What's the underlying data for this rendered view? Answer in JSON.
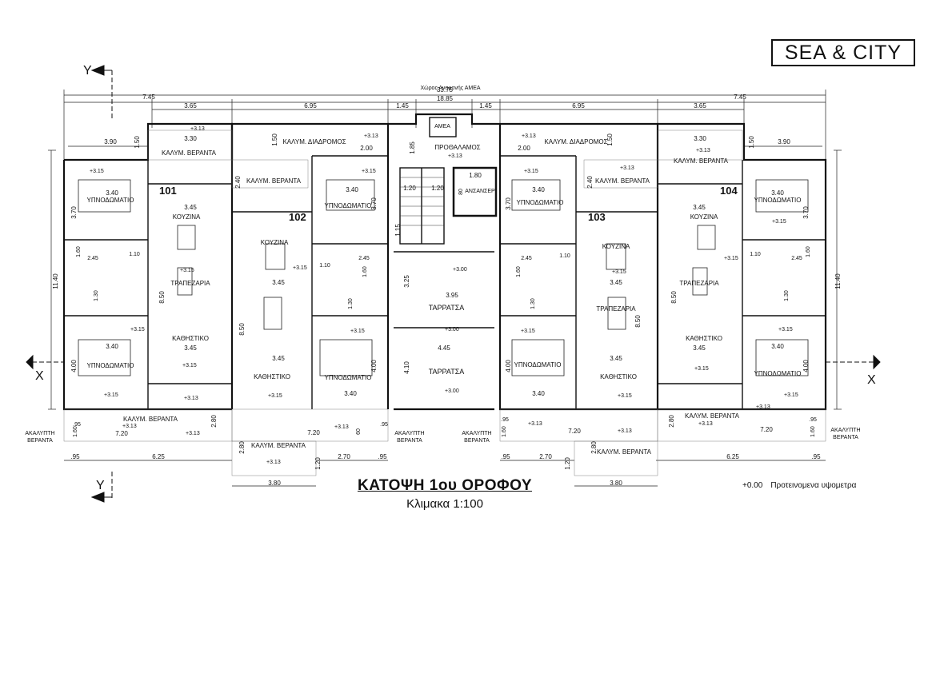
{
  "brand": "SEA & CITY",
  "plan_title": "ΚΑΤΟΨΗ 1ου ΟΡΟΦΟΥ",
  "plan_scale": "Κλιμακα 1:100",
  "legend": {
    "symbol_value": "+0.00",
    "label": "Προτεινομενα υψομετρα"
  },
  "section_markers": {
    "y": "Y",
    "x": "X"
  },
  "annotations": {
    "waiting_area": "Χώρος Αναμονής ΑΜΕΑ",
    "amea": "ΑΜΕΑ",
    "elevator": "ΑΝΣΑΝΣΕΡ",
    "antechamber": "ΠΡΟΘΑΛΑΜΟΣ",
    "terrace": "ΤΑΡΡΑΤΣΑ",
    "covered_corridor": "ΚΑΛΥΜ. ΔΙΑΔΡΟΜΟΣ",
    "covered_veranda": "ΚΑΛΥΜ. ΒΕΡΑΝΤΑ",
    "uncovered_veranda_1": "ΑΚΑΛΥΠΤΗ",
    "uncovered_veranda_2": "ΒΕΡΑΝΤΑ",
    "bedroom": "ΥΠΝΟΔΩΜΑΤΙΟ",
    "kitchen": "ΚΟΥΖΙΝΑ",
    "dining": "ΤΡΑΠΕΖΑΡΙΑ",
    "living": "ΚΑΘΗΣΤΙΚΟ",
    "elev_315": "+3.15",
    "elev_313": "+3.13",
    "elev_300": "+3.00"
  },
  "units": [
    "101",
    "102",
    "103",
    "104"
  ],
  "dimensions": {
    "total": "33.75",
    "core": "18.85",
    "d745": "7.45",
    "d365": "3.65",
    "d695": "6.95",
    "d145": "1.45",
    "d390": "3.90",
    "d330": "3.30",
    "d200": "2.00",
    "d180": "1.80",
    "d120": "1.20",
    "d1140": "11.40",
    "d340": "3.40",
    "d370": "3.70",
    "d345": "3.45",
    "d400": "4.00",
    "d850": "8.50",
    "d395": "3.95",
    "d445": "4.45",
    "d325": "3.25",
    "d410": "4.10",
    "d245": "2.45",
    "d110": "1.10",
    "d160": "1.60",
    "d130": "1.30",
    "d720": "7.20",
    "d625": "6.25",
    "d095": ".95",
    "d270": "2.70",
    "d280": "2.80",
    "d380": "3.80",
    "d150": "1.50",
    "d240": "2.40",
    "d185": "1.85",
    "d115": "1.15",
    "d080": "80",
    "d060": "60"
  }
}
